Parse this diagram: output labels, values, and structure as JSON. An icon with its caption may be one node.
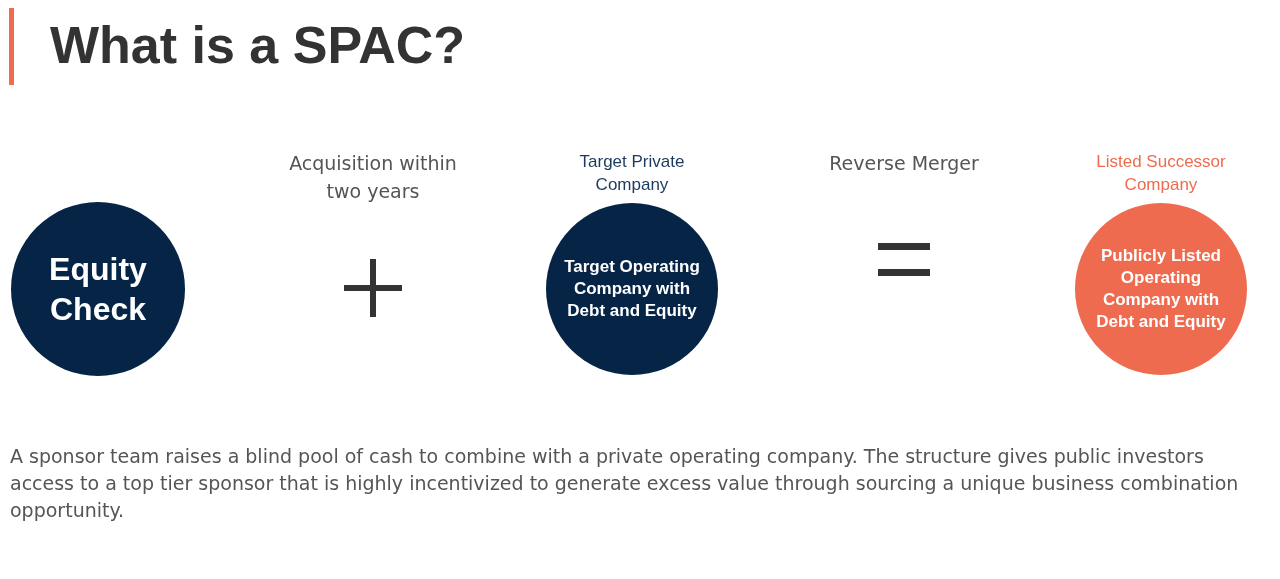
{
  "diagram": {
    "title": "What is a SPAC?",
    "caption": "A sponsor team raises a blind pool of cash to combine with a private operating company. The structure gives public investors access to a top tier sponsor that is highly incentivized to generate excess value through sourcing a unique business combination opportunity.",
    "nodes": [
      {
        "text": [
          "Equity Check"
        ]
      },
      {
        "text": [
          "Target Private Company",
          "Target Operating Company with Debt and Equity"
        ]
      },
      {
        "text": [
          "Listed Successor Company",
          "Publicly Listed Operating Company with Debt and Equity"
        ]
      }
    ],
    "labels": [
      "Acquisition within two years",
      "Reverse Merger"
    ]
  }
}
